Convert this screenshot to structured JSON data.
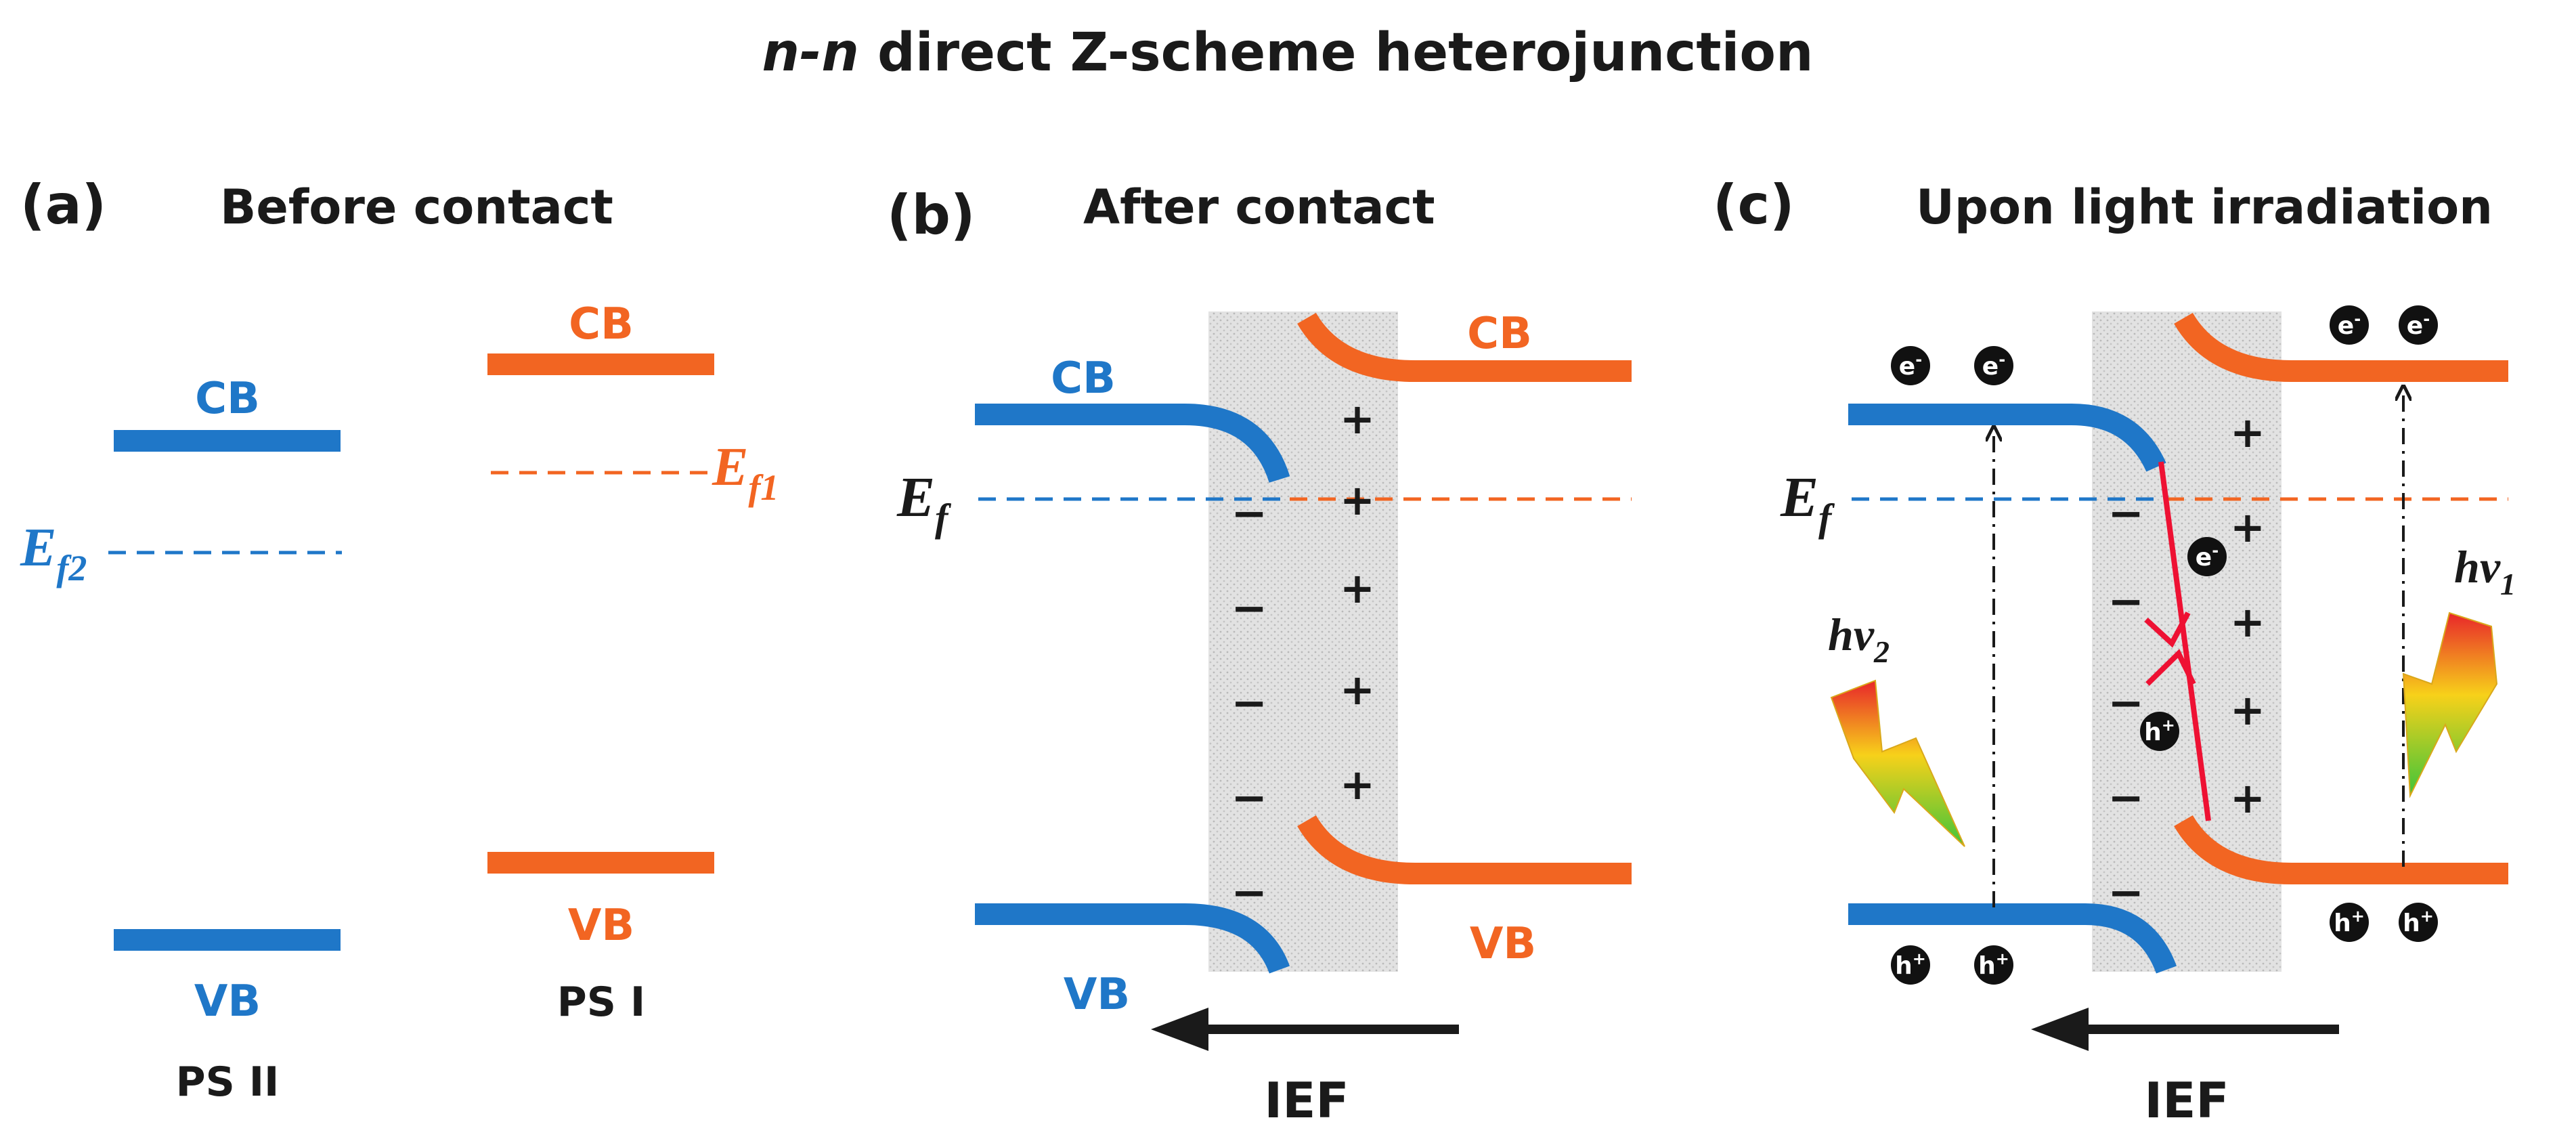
{
  "title": {
    "italic_part": "n-n",
    "rest": " direct Z-scheme heterojunction"
  },
  "colors": {
    "blue": "#1f77c8",
    "orange": "#f26522",
    "red": "#ee1133",
    "text": "#1a1a1a",
    "interface_fill": "#dcdcdc"
  },
  "panel_a": {
    "letter": "(a)",
    "heading": "Before contact",
    "ps2": {
      "cb": "CB",
      "vb": "VB",
      "name": "PS II",
      "fermi_main": "E",
      "fermi_sub": "f2"
    },
    "ps1": {
      "cb": "CB",
      "vb": "VB",
      "name": "PS I",
      "fermi_main": "E",
      "fermi_sub": "f1"
    }
  },
  "panel_b": {
    "letter": "(b)",
    "heading": "After contact",
    "left_cb": "CB",
    "left_vb": "VB",
    "right_cb": "CB",
    "right_vb": "VB",
    "fermi_main": "E",
    "fermi_sub": "f",
    "minus_sign": "−",
    "plus_sign": "+",
    "field_label": "IEF"
  },
  "panel_c": {
    "letter": "(c)",
    "heading": "Upon light irradiation",
    "fermi_main": "E",
    "fermi_sub": "f",
    "electron_main": "e",
    "electron_sup": "-",
    "hole_main": "h",
    "hole_sup": "+",
    "photon_left_main": "hv",
    "photon_left_sub": "2",
    "photon_right_main": "hv",
    "photon_right_sub": "1",
    "minus_sign": "−",
    "plus_sign": "+",
    "field_label": "IEF"
  }
}
